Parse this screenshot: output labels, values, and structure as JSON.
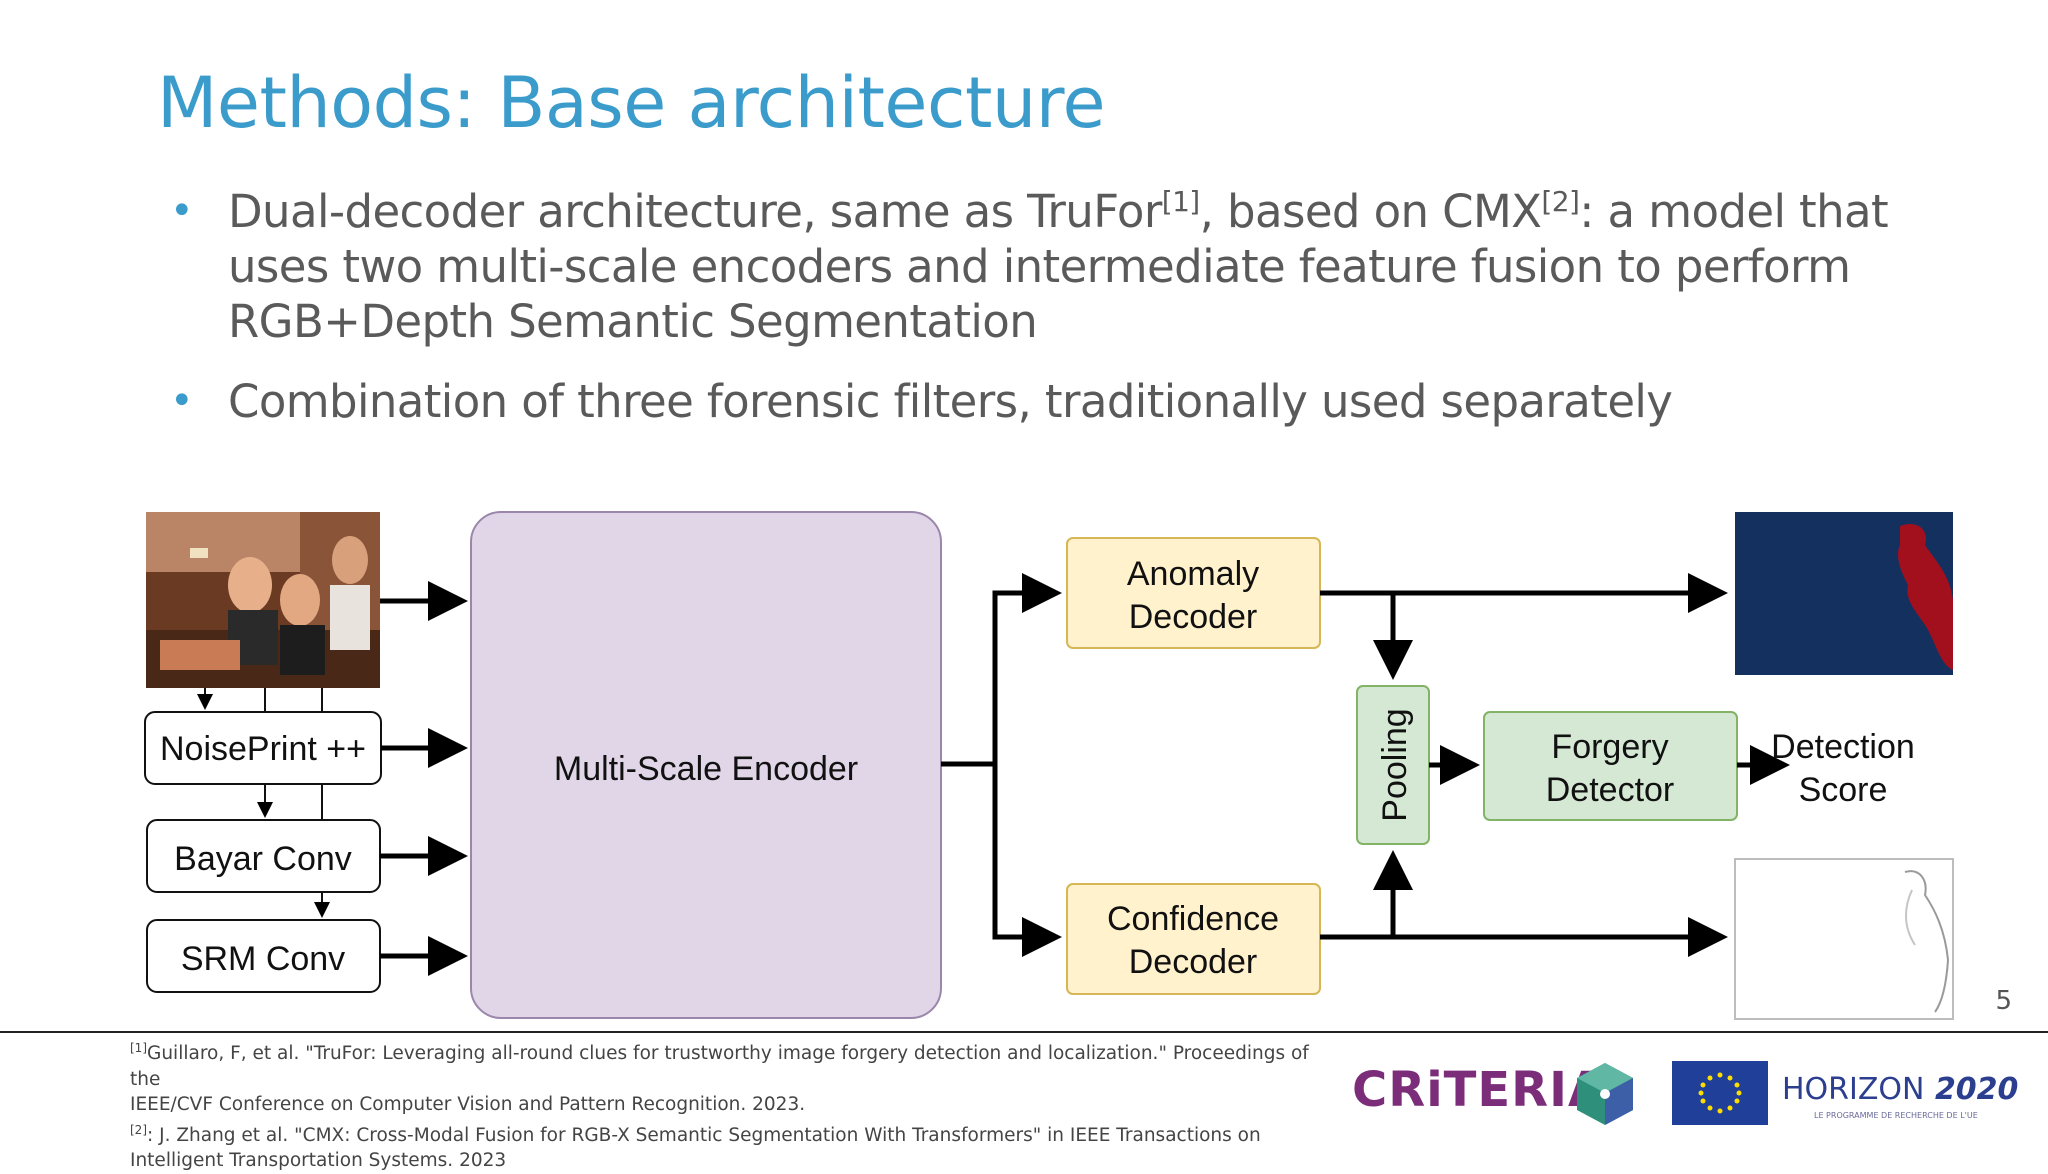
{
  "slide": {
    "title": "Methods: Base architecture",
    "page_number": "5",
    "bullets": [
      {
        "parts": [
          "Dual-decoder architecture, same as TruFor",
          "[1]",
          ", based on CMX",
          "[2]",
          ": a model that uses two multi-scale encoders and intermediate feature fusion to perform RGB+Depth Semantic Segmentation"
        ]
      },
      {
        "parts": [
          "Combination of three forensic filters, traditionally used separately"
        ]
      }
    ]
  },
  "diagram": {
    "filters": [
      "NoisePrint ++",
      "Bayar Conv",
      "SRM Conv"
    ],
    "encoder": "Multi-Scale Encoder",
    "anomaly_decoder": [
      "Anomaly",
      "Decoder"
    ],
    "confidence_decoder": [
      "Confidence",
      "Decoder"
    ],
    "pooling": "Pooling",
    "forgery_detector": [
      "Forgery",
      "Detector"
    ],
    "detection_score": [
      "Detection",
      "Score"
    ],
    "colors": {
      "encoder_fill": "#e1d5e8",
      "encoder_stroke": "#9b87ab",
      "decoder_fill": "#fff2cc",
      "decoder_stroke": "#d6b656",
      "detector_fill": "#d5e8d4",
      "detector_stroke": "#82b366",
      "anomaly_bg": "#13305f",
      "anomaly_fg": "#a2101e"
    }
  },
  "references": {
    "ref1_marker": "[1]",
    "ref1_line1": "Guillaro, F, et al. \"TruFor: Leveraging all-round clues for trustworthy image forgery detection and localization.\" Proceedings of the",
    "ref1_line2": "IEEE/CVF Conference on Computer Vision and Pattern Recognition. 2023.",
    "ref2_marker": "[2]",
    "ref2_line1": ": J. Zhang et al. \"CMX: Cross-Modal Fusion for RGB-X Semantic Segmentation With Transformers\" in IEEE Transactions on",
    "ref2_line2": "Intelligent Transportation Systems. 2023"
  },
  "logos": {
    "criteria": "CRiTERIA",
    "horizon_word": "HORIZON",
    "horizon_year": "2020",
    "horizon_sub": "LE PROGRAMME DE RECHERCHE DE L'UE"
  }
}
